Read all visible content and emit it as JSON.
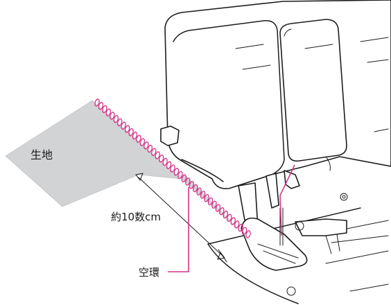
{
  "labels": {
    "fabric": "生地",
    "length": "約10数cm",
    "chain": "空環"
  },
  "colors": {
    "thread": "#d6338a",
    "fabric": "#d2d3d5",
    "outline": "#1c1c1c"
  }
}
